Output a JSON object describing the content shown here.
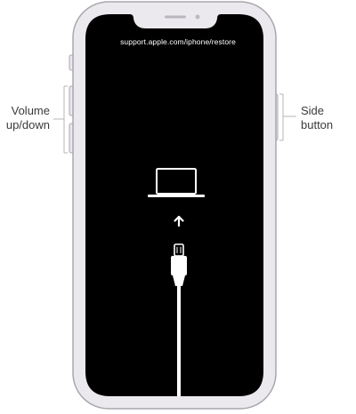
{
  "screen": {
    "url_text": "support.apple.com/iphone/restore"
  },
  "callouts": {
    "volume": {
      "line1": "Volume",
      "line2": "up/down"
    },
    "side": {
      "line1": "Side",
      "line2": "button"
    }
  },
  "icons": {
    "computer": "laptop-icon",
    "arrow": "arrow-up-icon",
    "cable": "lightning-cable-icon"
  },
  "colors": {
    "frame": "#ebe8ee",
    "frame_border": "#a9a7ad",
    "screen": "#000000",
    "icon": "#ffffff",
    "callout_line": "#b4b4b4"
  }
}
